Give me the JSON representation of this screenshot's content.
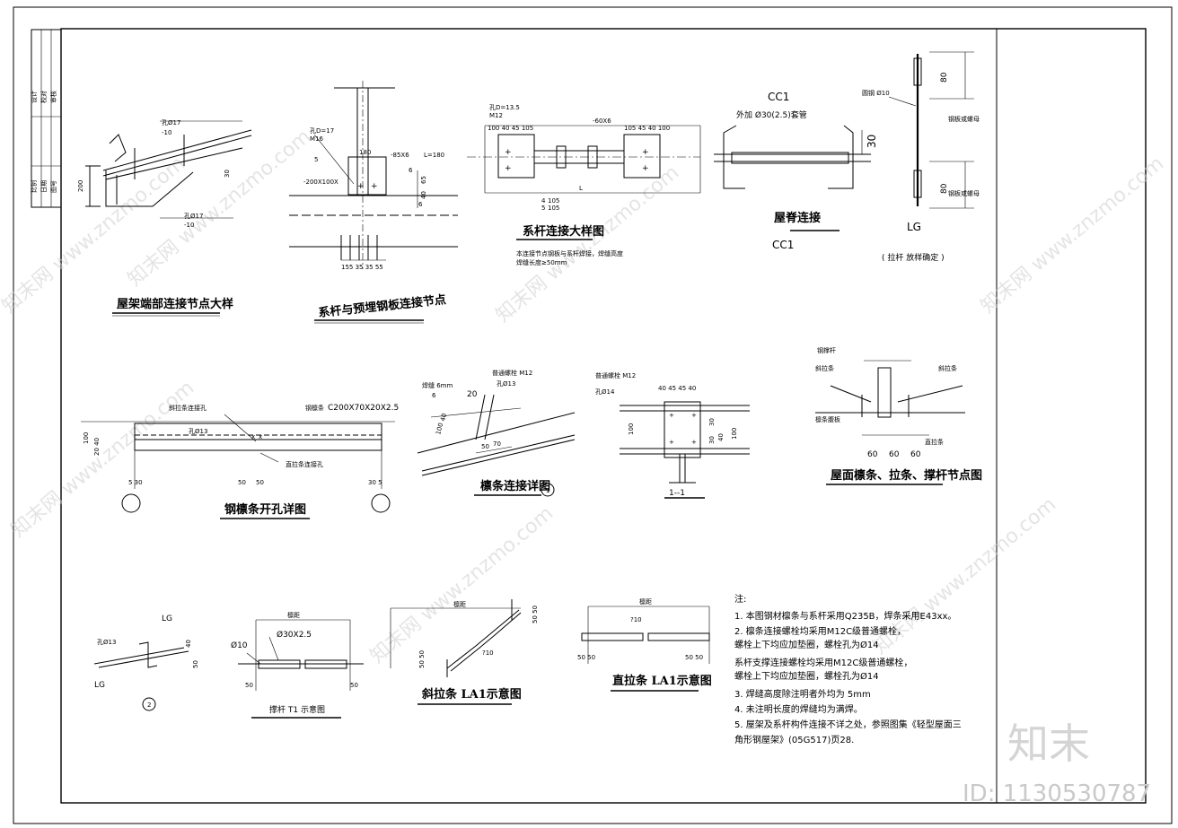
{
  "details": {
    "roof_end": {
      "title": "屋架端部连接节点大样",
      "bolt": "孔Ø17",
      "plate1": "-10",
      "plate2": "-10",
      "bolt2": "孔Ø17",
      "dim_h": "200",
      "dim_s": "30"
    },
    "tie_embed": {
      "title": "系杆与预埋钢板连接节点",
      "hole": "孔D=17",
      "bolt": "M16",
      "plate_top": "-85X6",
      "L": "L=180",
      "plate": "-200X100X",
      "dim_180": "180",
      "dims_bottom": "155 35 35 55",
      "n5": "5",
      "n6": "6",
      "n65": "65",
      "n4": "40",
      "n6b": "6"
    },
    "tie_rod": {
      "title": "系杆连接大样图",
      "hole": "孔D=13.5",
      "bolt": "M12",
      "plate": "-60X6",
      "dims_top_left": "100 40 45 105",
      "dims_top_right": "105 45 40 100",
      "L": "L",
      "d4": "4",
      "d5": "5",
      "d105a": "105",
      "d105b": "105",
      "note1": "本连接节点钢板与系杆焊接，焊缝高度",
      "note2": "焊缝长度≥50mm"
    },
    "cc1": {
      "label": "CC1",
      "pipe": "外加 Ø30(2.5)套管",
      "dim30": "30",
      "title": "屋脊连接",
      "sub": "CC1"
    },
    "lg": {
      "rod": "圆钢 Ø10",
      "d80a": "80",
      "d80b": "80",
      "note_a": "钢板或螺母",
      "note_b": "钢板或螺母",
      "label": "LG",
      "sub": "( 拉杆 放样确定 )"
    },
    "purlin_hole": {
      "title": "钢檩条开孔详图",
      "section": "C200X70X20X2.5",
      "label_steel": "钢檩条",
      "label_diag": "斜拉条连接孔",
      "label_straight": "直拉条连接孔",
      "hole": "孔Ø13",
      "d100": "100",
      "d2040": "20 40",
      "d550": "5 30",
      "d50a": "50",
      "d50b": "50",
      "d305": "30 5"
    },
    "purlin_conn": {
      "title": "檩条连接详图",
      "weld": "焊缝 6mm",
      "bolt": "普通螺栓 M12",
      "hole": "孔Ø13",
      "d20": "20",
      "d6": "6",
      "d40": "40",
      "d100": "100",
      "d50": "50",
      "d70": "70",
      "circ": "1"
    },
    "sec11": {
      "title": "1--1",
      "bolt": "普通螺栓 M12",
      "hole": "孔Ø14",
      "dims": "40 45 45 40",
      "d100a": "100",
      "d100b": "100",
      "d30a": "30",
      "d30b": "30",
      "d40": "40"
    },
    "roof_node": {
      "title": "屋面檩条、拉条、撑杆节点图",
      "brace": "钢撑杆",
      "diag": "斜拉条",
      "diag2": "斜拉条",
      "purlin": "檩条腹板",
      "straight": "直拉条",
      "d60a": "60",
      "d60b": "60",
      "d60c": "60"
    },
    "detail2": {
      "lg_top": "LG",
      "lg_bottom": "LG",
      "hole": "孔Ø13",
      "d40": "40",
      "d50": "50",
      "circ": "2"
    },
    "t1": {
      "title": "撑杆  T1 示意图",
      "spacing": "檩距",
      "pipe": "Ø30X2.5",
      "rod": "Ø10",
      "d50a": "50",
      "d50b": "50"
    },
    "la1_diag": {
      "title": "斜拉条  LA1示意图",
      "spacing": "檩距",
      "rod": "?10",
      "d5050a": "50 50",
      "d5050b": "50 50"
    },
    "la1_straight": {
      "title": "直拉条  LA1示意图",
      "spacing": "檩距",
      "rod": "?10",
      "d5050a": "50 50",
      "d5050b": "50 50"
    }
  },
  "notes": {
    "heading": "注:",
    "items": [
      "1. 本图钢材檩条与系杆采用Q235B，焊条采用E43xx。",
      "2. 檩条连接螺栓均采用M12C级普通螺栓，",
      "   螺栓上下均应加垫圈，螺栓孔为Ø14",
      "   系杆支撑连接螺栓均采用M12C级普通螺栓，",
      "   螺栓上下均应加垫圈，螺栓孔为Ø14",
      "3. 焊缝高度除注明者外均为               5mm",
      "4. 未注明长度的焊缝均为满焊。",
      "5. 屋架及系杆构件连接不详之处，参照图集《轻型屋面三",
      "   角形钢屋架》(05G517)页28."
    ]
  },
  "title_block": {
    "r1": "设计",
    "r2": "校对",
    "r3": "审核",
    "r4": "比例",
    "r5": "日期",
    "r6": "图号"
  },
  "watermark": {
    "text": "知末网 www.znzmo.com",
    "brand": "知末",
    "id": "ID: 1130530787"
  }
}
